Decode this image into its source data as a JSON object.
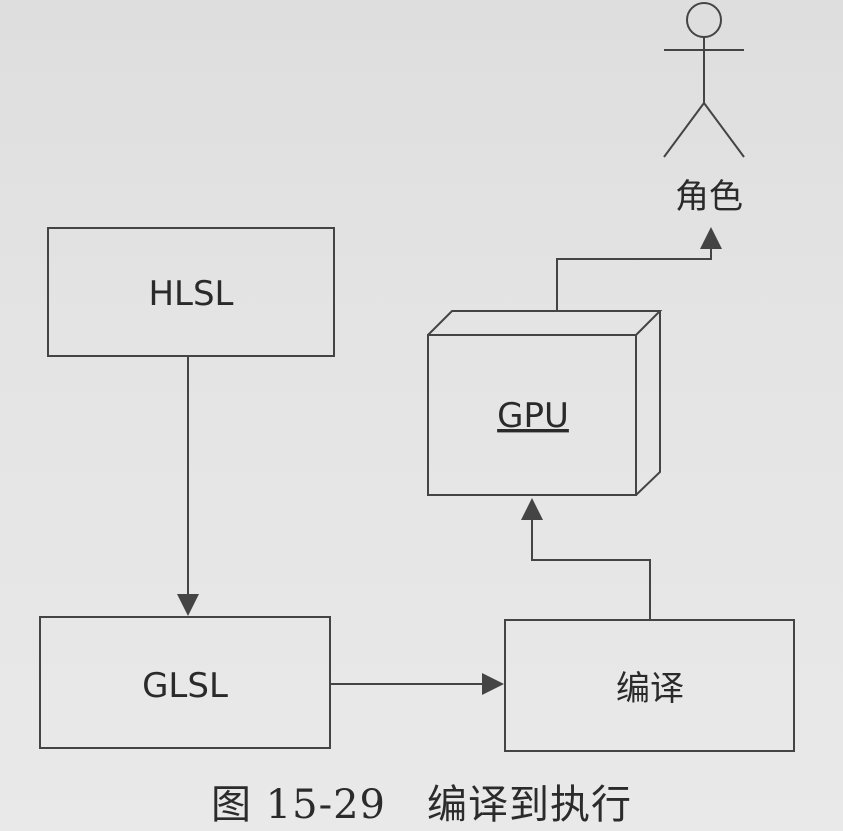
{
  "diagram": {
    "nodes": {
      "hlsl": "HLSL",
      "glsl": "GLSL",
      "gpu": "GPU",
      "compile": "编译",
      "actor": "角色"
    }
  },
  "caption": "图 15-29　编译到执行"
}
